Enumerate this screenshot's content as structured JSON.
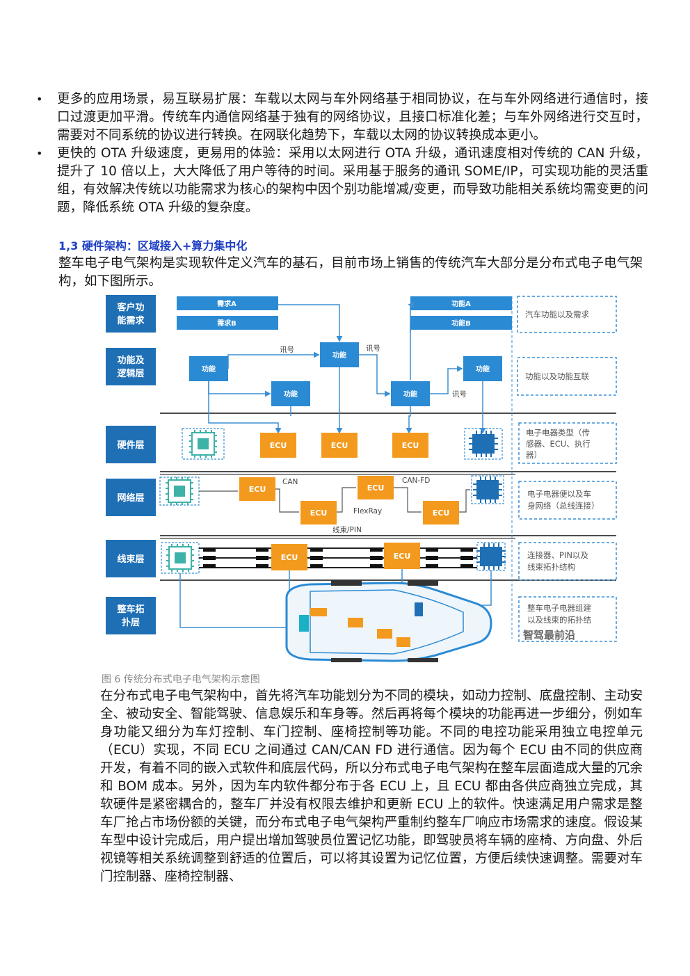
{
  "bullets": [
    "更多的应用场景，易互联易扩展：车载以太网与车外网络基于相同协议，在与车外网络进行通信时，接口过渡更加平滑。传统车内通信网络基于独有的网络协议，且接口标准化差；与车外网络进行交互时，需要对不同系统的协议进行转换。在网联化趋势下，车载以太网的协议转换成本更小。",
    "更快的 OTA 升级速度，更易用的体验：采用以太网进行 OTA 升级，通讯速度相对传统的 CAN 升级，提升了 10 倍以上，大大降低了用户等待的时间。采用基于服务的通讯 SOME/IP，可实现功能的灵活重组，有效解决传统以功能需求为核心的架构中因个别功能增减/变更，而导致功能相关系统均需变更的问题，降低系统 OTA 升级的复杂度。"
  ],
  "section_heading": "1,3 硬件架构：区域接入+算力集中化",
  "intro": "整车电子电气架构是实现软件定义汽车的基石，目前市场上销售的传统汽车大部分是分布式电子电气架构，如下图所示。",
  "diagram": {
    "layers": [
      "客户功\n能需求",
      "功能及\n逻辑层",
      "硬件层",
      "网络层",
      "线束层",
      "整车拓\n扑层"
    ],
    "needs": [
      "需求A",
      "需求B"
    ],
    "features": [
      "功能A",
      "功能B"
    ],
    "function_label": "功能",
    "signal_label": "讯号",
    "ecu_label": "ECU",
    "bus_labels": {
      "can": "CAN",
      "canfd": "CAN-FD",
      "flexray": "FlexRay",
      "harness": "线束/PIN"
    },
    "notes": [
      "汽车功能以及需求",
      "功能以及功能互联",
      "电子电器类型（传\n感器、ECU、执行\n器）",
      "电子电器便以及车\n身网络（总线连接）",
      "连接器、PIN以及\n线束拓扑结构",
      "整车电子电器组建\n以及线束的拓扑结"
    ],
    "watermark": "智驾最前沿",
    "colors": {
      "layer_blue": "#1f6fb5",
      "block_blue": "#2a8ad4",
      "ecu_orange": "#f39a1e",
      "note_border": "#3a8fd6",
      "line": "#3c8fd2"
    }
  },
  "caption": "图 6 传统分布式电子电气架构示意图",
  "body": "在分布式电子电气架构中，首先将汽车功能划分为不同的模块，如动力控制、底盘控制、主动安全、被动安全、智能驾驶、信息娱乐和车身等。然后再将每个模块的功能再进一步细分，例如车身功能又细分为车灯控制、车门控制、座椅控制等功能。不同的电控功能采用独立电控单元（ECU）实现，不同 ECU 之间通过 CAN/CAN FD 进行通信。因为每个 ECU 由不同的供应商开发，有着不同的嵌入式软件和底层代码，所以分布式电子电气架构在整车层面造成大量的冗余和 BOM 成本。另外，因为车内软件都分布于各 ECU 上，且 ECU 都由各供应商独立完成，其软硬件是紧密耦合的，整车厂并没有权限去维护和更新 ECU 上的软件。快速满足用户需求是整车厂抢占市场份额的关键，而分布式电子电气架构严重制约整车厂响应市场需求的速度。假设某车型中设计完成后，用户提出增加驾驶员位置记忆功能，即驾驶员将车辆的座椅、方向盘、外后视镜等相关系统调整到舒适的位置后，可以将其设置为记忆位置，方便后续快速调整。需要对车门控制器、座椅控制器、"
}
